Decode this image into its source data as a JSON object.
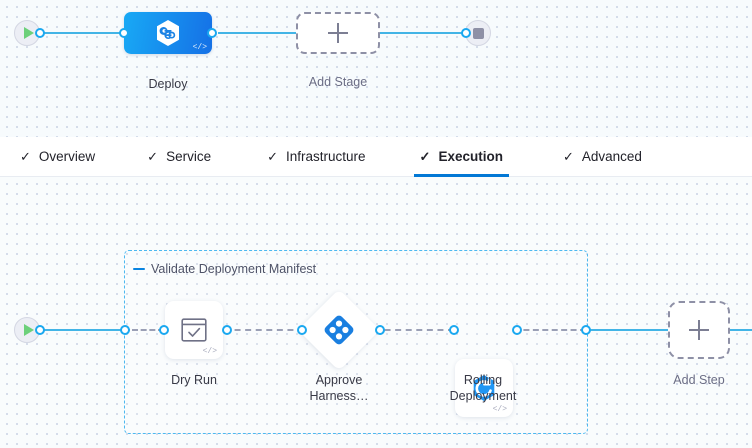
{
  "stage_canvas": {
    "start_node": {
      "name": "pipeline-start",
      "icon": "play-icon"
    },
    "end_node": {
      "name": "pipeline-end",
      "icon": "stop-icon"
    },
    "stages": [
      {
        "label": "Deploy",
        "icon": "harness-logo-icon",
        "code_tag": "</>"
      },
      {
        "label": "Add Stage",
        "icon": "plus-icon"
      }
    ]
  },
  "tabs": [
    {
      "label": "Overview",
      "check": "✓",
      "active": false
    },
    {
      "label": "Service",
      "check": "✓",
      "active": false
    },
    {
      "label": "Infrastructure",
      "check": "✓",
      "active": false
    },
    {
      "label": "Execution",
      "check": "✓",
      "active": true
    },
    {
      "label": "Advanced",
      "check": "✓",
      "active": false
    }
  ],
  "execution_canvas": {
    "start_node": {
      "name": "execution-start",
      "icon": "play-icon"
    },
    "step_group": {
      "title": "Validate Deployment Manifest",
      "collapse_icon": "minus-icon"
    },
    "steps": [
      {
        "label": "Dry Run",
        "icon": "dry-run-check-window-icon",
        "code_tag": "</>",
        "shape": "rounded"
      },
      {
        "label": "Approve\nHarness…",
        "icon": "harness-approval-icon",
        "shape": "diamond"
      },
      {
        "label": "Rolling\nDeployment",
        "icon": "rolling-deployment-icon",
        "code_tag": "</>",
        "shape": "rounded"
      }
    ],
    "add_step": {
      "label": "Add Step",
      "icon": "plus-icon"
    }
  },
  "colors": {
    "accent_blue": "#0278d5",
    "wire_blue": "#42b4e6",
    "port_blue": "#1aa8f0",
    "group_border": "#4cb8f0",
    "canvas_bg": "#f7fbfd",
    "dot_grid": "#c9d2e3",
    "play_green": "#6cd07a",
    "stop_gray": "#8e90a6"
  }
}
